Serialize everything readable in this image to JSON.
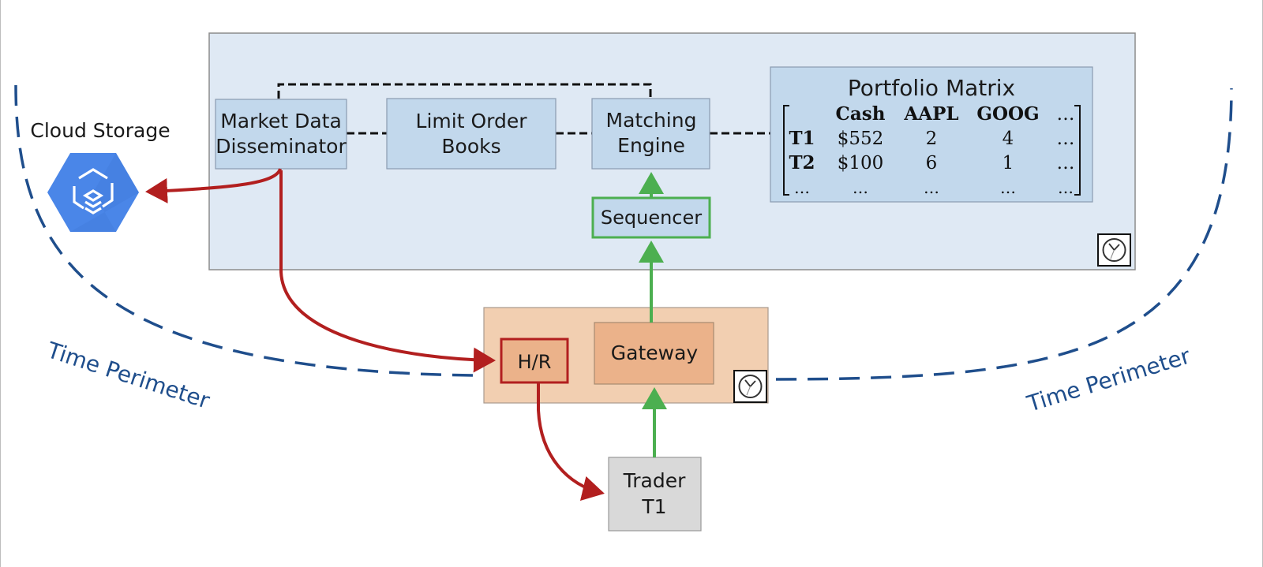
{
  "diagram": {
    "cloud_storage": {
      "label": "Cloud Storage",
      "icon": "google-cloud-storage-hexagon-icon",
      "color": "#4a86e8"
    },
    "exchange_box": {
      "color": "#dfe9f4",
      "border": "#8c8c8c"
    },
    "components": {
      "market_data": {
        "line1": "Market Data",
        "line2": "Disseminator"
      },
      "limit_order_books": {
        "line1": "Limit Order",
        "line2": "Books"
      },
      "matching_engine": {
        "line1": "Matching",
        "line2": "Engine"
      },
      "sequencer": {
        "label": "Sequencer"
      },
      "gateway": {
        "label": "Gateway"
      },
      "hr": {
        "label": "H/R"
      },
      "trader": {
        "line1": "Trader",
        "line2": "T1"
      }
    },
    "portfolio_matrix": {
      "title": "Portfolio Matrix",
      "columns": [
        "",
        "Cash",
        "AAPL",
        "GOOG",
        "…"
      ],
      "rows": [
        [
          "T1",
          "$552",
          "2",
          "4",
          "…"
        ],
        [
          "T2",
          "$100",
          "6",
          "1",
          "…"
        ],
        [
          "…",
          "…",
          "…",
          "…",
          "…"
        ]
      ]
    },
    "time_perimeter": {
      "left_label": "Time Perimeter",
      "right_label": "Time Perimeter",
      "color": "#1f4e8c"
    },
    "clock_icon": "clock-icon",
    "colors": {
      "red_arrow": "#b21f1f",
      "green_arrow": "#4caf50",
      "blue_box": "#c2d8ec",
      "orange_outer": "#f2cfb1",
      "orange_inner": "#ebb28a",
      "trader_gray": "#d9d9d9"
    }
  }
}
